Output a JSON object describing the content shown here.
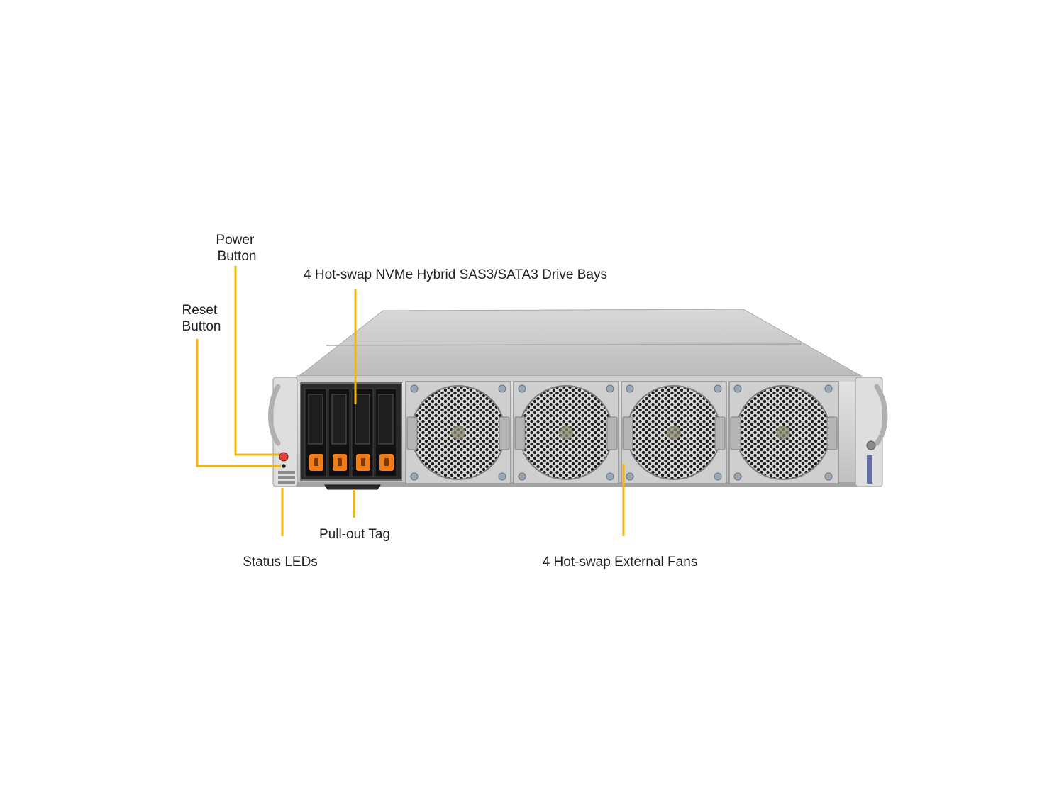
{
  "callouts": {
    "power_button": [
      "Power",
      "Button"
    ],
    "reset_button": [
      "Reset",
      "Button"
    ],
    "drive_bays": "4 Hot-swap NVMe Hybrid SAS3/SATA3 Drive Bays",
    "pull_out_tag": "Pull-out Tag",
    "status_leds": "Status LEDs",
    "external_fans": "4 Hot-swap External Fans"
  },
  "colors": {
    "leader_line": "#f2b705",
    "drive_latch": "#f07d1a",
    "chassis": "#c9c9c9",
    "background": "#ffffff"
  },
  "server": {
    "drive_bay_count": 4,
    "fan_count": 4
  },
  "icons": [
    "power-button-icon",
    "reset-button-icon",
    "status-led-icon",
    "drive-latch-icon",
    "fan-grille-icon",
    "rack-handle-icon"
  ]
}
